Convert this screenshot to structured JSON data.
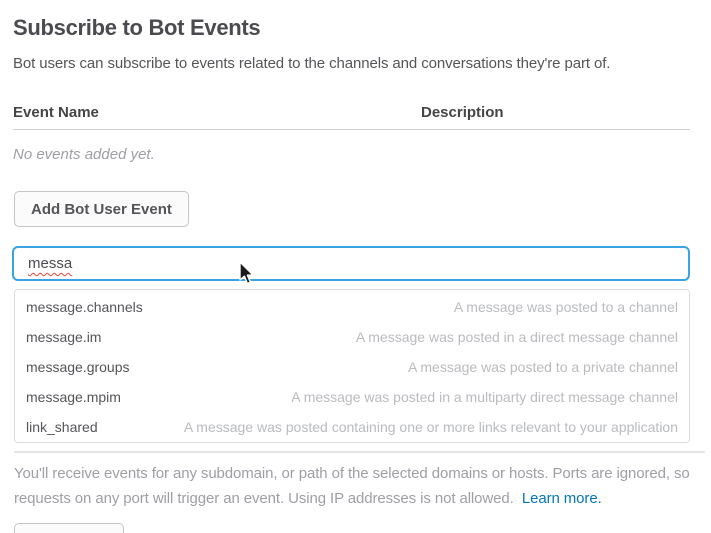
{
  "page": {
    "title": "Subscribe to Bot Events",
    "subtitle": "Bot users can subscribe to events related to the channels and conversations they're part of."
  },
  "table": {
    "columns": [
      "Event Name",
      "Description"
    ],
    "empty_text": "No events added yet."
  },
  "toolbar": {
    "add_event_label": "Add Bot User Event"
  },
  "search": {
    "value": "messa"
  },
  "dropdown": {
    "items": [
      {
        "name": "message.channels",
        "description": "A message was posted to a channel"
      },
      {
        "name": "message.im",
        "description": "A message was posted in a direct message channel"
      },
      {
        "name": "message.groups",
        "description": "A message was posted to a private channel"
      },
      {
        "name": "message.mpim",
        "description": "A message was posted in a multiparty direct message channel"
      },
      {
        "name": "link_shared",
        "description": "A message was posted containing one or more links relevant to your application"
      }
    ]
  },
  "footer": {
    "lines": [
      "You'll receive events for any subdomain, or path of the selected domains or hosts. Ports are ignored, so",
      "requests on any port will trigger an event. Using IP addresses is not allowed."
    ],
    "link_label": "Learn more."
  },
  "icons": {
    "cursor": "mouse-pointer-icon"
  },
  "colors": {
    "accent_focus_blue": "#3aa3e3",
    "link_blue": "#0576b9",
    "heading_text": "#4a4a4f",
    "body_text": "#555459",
    "muted_text": "#9e9ea6",
    "dropdown_description_text": "#b9bbbf",
    "border_light": "#dddddd",
    "button_border": "#c5c5c5",
    "spellcheck_red": "#ef4639"
  }
}
